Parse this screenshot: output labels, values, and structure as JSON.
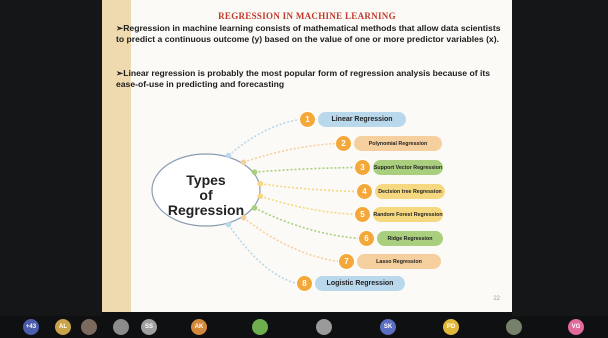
{
  "slide": {
    "title": "REGRESSION IN MACHINE LEARNING",
    "paragraphs": [
      "Regression in machine learning consists of mathematical methods that allow data scientists to predict a continuous outcome (y) based on the value of one or more predictor variables (x).",
      "Linear regression is probably the most popular form of regression analysis because of its ease-of-use in predicting and forecasting"
    ],
    "center_label": [
      "Types",
      "of",
      "Regression"
    ],
    "page_number": "22",
    "items": [
      {
        "number": "1",
        "label": "Linear Regression",
        "color": "#b9d8ec"
      },
      {
        "number": "2",
        "label": "Polynomial Regression",
        "color": "#f6cf9f"
      },
      {
        "number": "3",
        "label": "Support Vector Regression",
        "color": "#a9cf7e"
      },
      {
        "number": "4",
        "label": "Decision tree Regression",
        "color": "#f6d880"
      },
      {
        "number": "5",
        "label": "Random Forest Regression",
        "color": "#f6d880"
      },
      {
        "number": "6",
        "label": "Ridge Regression",
        "color": "#a9cf7e"
      },
      {
        "number": "7",
        "label": "Lasso Regression",
        "color": "#f6cf9f"
      },
      {
        "number": "8",
        "label": "Logistic Regression",
        "color": "#b9d8ec"
      }
    ]
  },
  "participants": [
    {
      "initials": "+43",
      "color": "#4b5dab"
    },
    {
      "initials": "AL",
      "color": "#c9a34a"
    },
    {
      "initials": "",
      "color": "#7d6a5e"
    },
    {
      "initials": "",
      "color": "#8c8c8c"
    },
    {
      "initials": "SS",
      "color": "#a0a0a0"
    },
    {
      "initials": "AK",
      "color": "#d4883a"
    },
    {
      "initials": "",
      "color": "#6fae4f"
    },
    {
      "initials": "",
      "color": "#9a9a9a"
    },
    {
      "initials": "SK",
      "color": "#5b6ec1"
    },
    {
      "initials": "PD",
      "color": "#e0b93a"
    },
    {
      "initials": "",
      "color": "#77806a"
    },
    {
      "initials": "VG",
      "color": "#e06a9a"
    }
  ]
}
